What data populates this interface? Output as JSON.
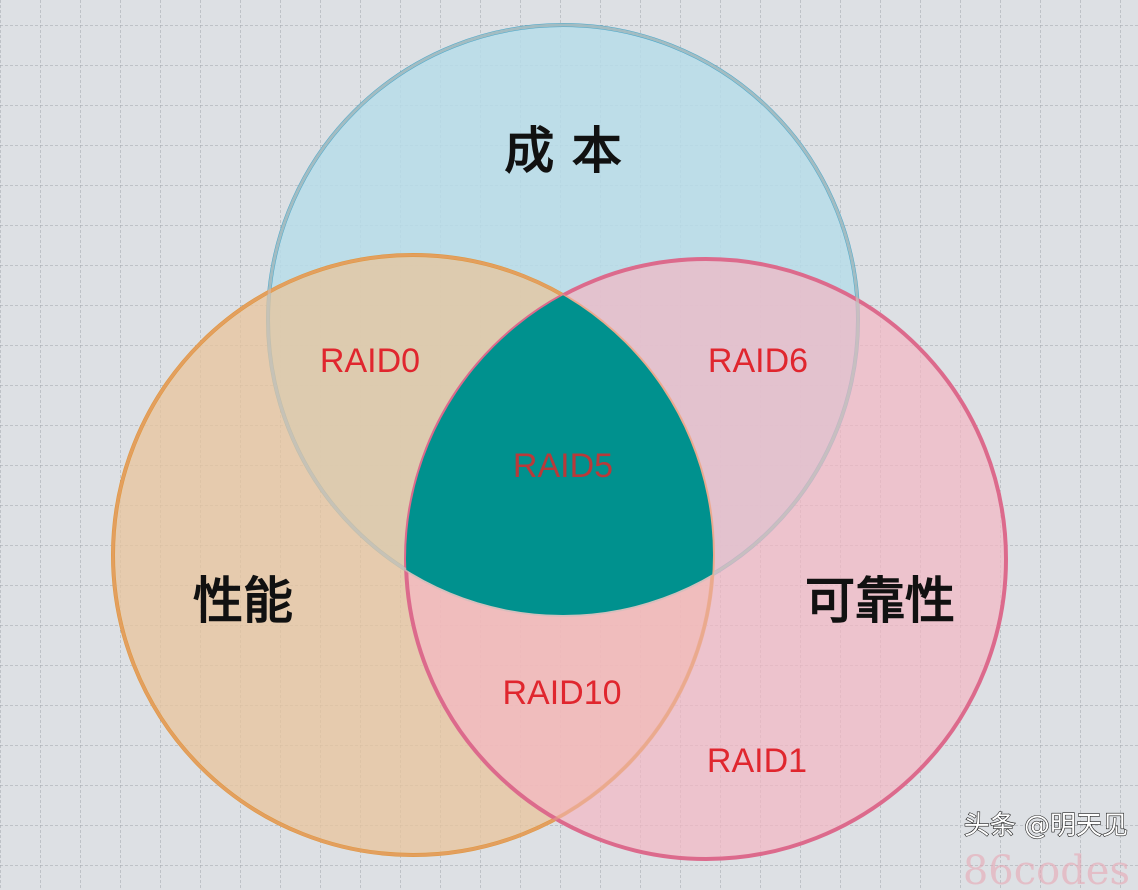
{
  "diagram": {
    "sets": {
      "cost": {
        "label": "成 本",
        "color": "#4aa9cc",
        "fill": "#b7dce9"
      },
      "performance": {
        "label": "性能",
        "color": "#e0963c",
        "fill": "#e8c49c"
      },
      "reliability": {
        "label": "可靠性",
        "color": "#dc6a8c",
        "fill": "#f3b6c3"
      }
    },
    "regions": {
      "cost_performance": "RAID0",
      "cost_reliability": "RAID6",
      "all_three": "RAID5",
      "performance_reliability": "RAID10",
      "reliability_only": "RAID1"
    },
    "center_color": "#00918e"
  },
  "watermark": {
    "text": "头条 @明天见",
    "faint_text": "86codes"
  }
}
